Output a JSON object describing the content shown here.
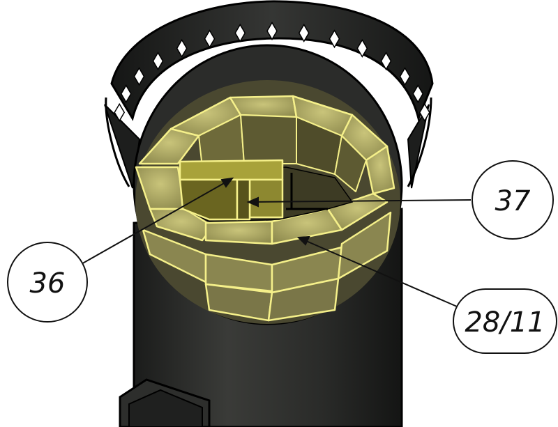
{
  "callouts": {
    "c36": {
      "label": "36"
    },
    "c37": {
      "label": "37"
    },
    "c2811": {
      "label": "28/11"
    }
  },
  "colors": {
    "steel": "#2b2c2a",
    "steel_dark": "#1a1b1a",
    "brick_fill": "#b8b46a",
    "brick_highlight": "#f5f08a",
    "brick_shadow": "#6e6a3a",
    "accent_yellow": "#c9c25a"
  }
}
